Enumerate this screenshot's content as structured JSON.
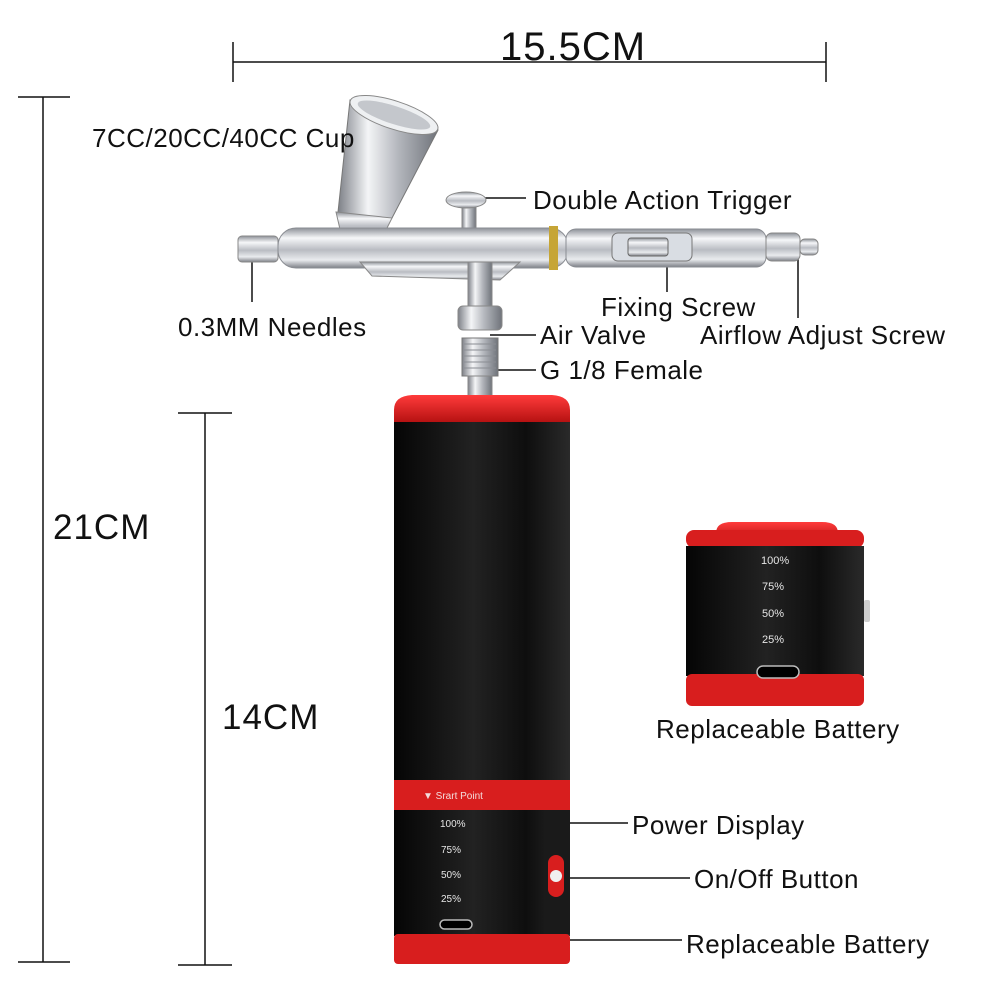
{
  "dimensions": {
    "width": "15.5CM",
    "height_total": "21CM",
    "height_body": "14CM"
  },
  "labels": {
    "cup": "7CC/20CC/40CC Cup",
    "trigger": "Double Action Trigger",
    "needles": "0.3MM Needles",
    "fixing_screw": "Fixing Screw",
    "airflow_screw": "Airflow Adjust Screw",
    "air_valve": "Air Valve",
    "female": "G 1/8 Female",
    "replaceable_battery_side": "Replaceable Battery",
    "power_display": "Power Display",
    "on_off": "On/Off Button",
    "replaceable_battery_bottom": "Replaceable Battery"
  },
  "device": {
    "start_point": "▼ Srart Point",
    "levels": [
      "100%",
      "75%",
      "50%",
      "25%"
    ]
  },
  "battery": {
    "levels": [
      "100%",
      "75%",
      "50%",
      "25%"
    ]
  },
  "colors": {
    "red": "#d81e1e",
    "black": "#111111",
    "chrome": "#c9ccd1"
  }
}
